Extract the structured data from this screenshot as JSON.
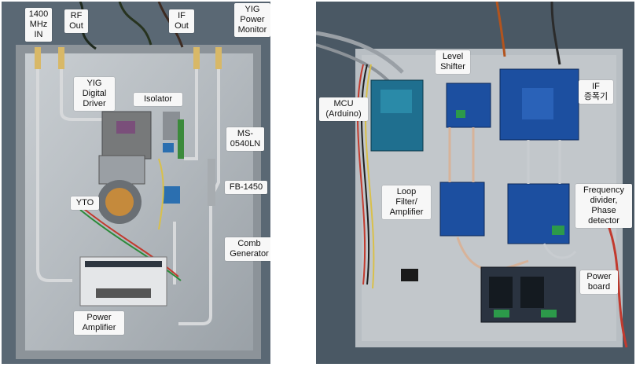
{
  "left_photo": {
    "labels": {
      "mhz_in": "1400\nMHz\nIN",
      "rf_out": "RF\nOut",
      "if_out": "IF\nOut",
      "yig_power_monitor": "YIG\nPower\nMonitor",
      "yig_digital_driver": "YIG\nDigital\nDriver",
      "isolator": "Isolator",
      "part_ms": "MS-\n0540LN",
      "part_fb": "FB-1450",
      "yto": "YTO",
      "comb_generator": "Comb\nGenerator",
      "power_amplifier": "Power\nAmplifier"
    }
  },
  "right_photo": {
    "labels": {
      "level_shifter": "Level\nShifter",
      "mcu": "MCU\n(Arduino)",
      "if_amp": "IF\n증폭기",
      "loop_filter": "Loop\nFilter/\nAmplifier",
      "freq_divider": "Frequency\ndivider,\nPhase\ndetector",
      "power_board": "Power\nboard"
    }
  }
}
